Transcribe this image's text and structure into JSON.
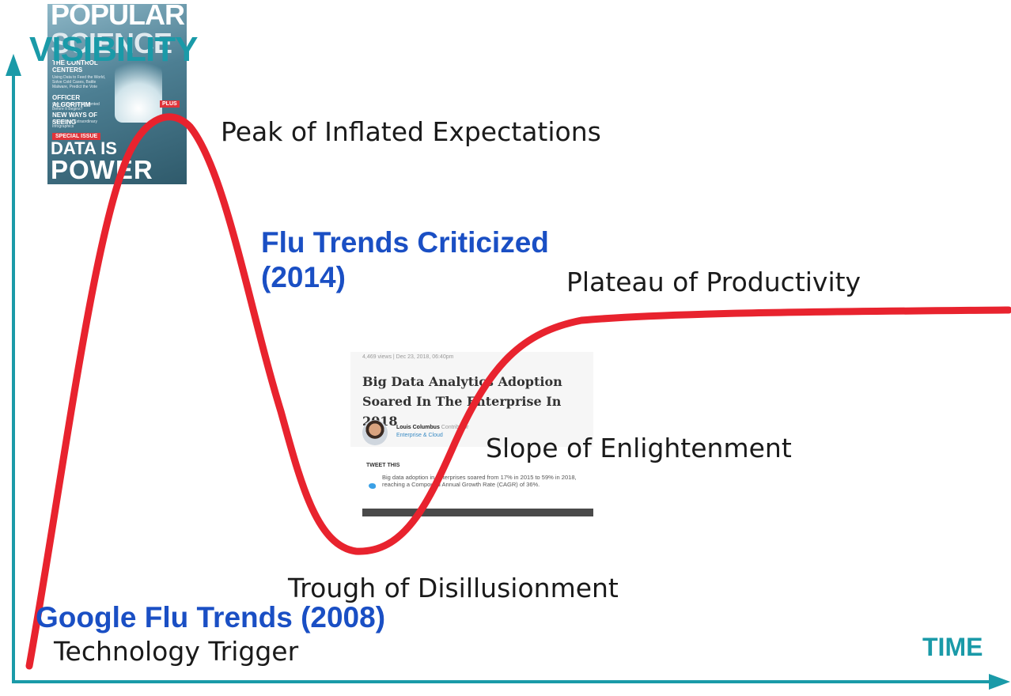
{
  "axes": {
    "y_label": "VISIBILITY",
    "x_label": "TIME",
    "axis_color": "#1a9aa8"
  },
  "curve": {
    "color": "#e8232e",
    "type": "hype-cycle"
  },
  "stages": {
    "peak": "Peak of Inflated Expectations",
    "plateau": "Plateau of Productivity",
    "slope": "Slope of Enlightenment",
    "trough": "Trough of Disillusionment",
    "trigger": "Technology Trigger"
  },
  "events": {
    "flu_criticized_line1": "Flu Trends Criticized",
    "flu_criticized_line2": "(2014)",
    "google_flu": "Google Flu Trends (2008)",
    "color": "#1a4fc4"
  },
  "magazine": {
    "title_line1": "POPULAR",
    "title_line2": "SCIENCE",
    "headline1": "THE CONTROL CENTERS",
    "headline1_sub": "Using Data to Feed the World, Solve Cold Cases, Battle Malware, Predict the Vote",
    "headline2": "OFFICER ALGORITHM",
    "headline2_sub": "Can a Crime Be Prevented Before It Begins?",
    "headline3": "NEW WAYS OF SEEING",
    "headline3_sub": "A Gallery of Extraordinary Infographics",
    "plus": "PLUS",
    "special_issue": "SPECIAL ISSUE",
    "cover_line1": "DATA IS",
    "cover_line2": "POWER"
  },
  "article": {
    "meta": "4,469 views | Dec 23, 2018, 06:40pm",
    "headline": "Big Data Analytics Adoption Soared In The Enterprise In 2018",
    "author": "Louis Columbus",
    "author_role": "Contributor",
    "section": "Enterprise & Cloud",
    "tweet_label": "TWEET THIS",
    "tweet_text": "Big data adoption in enterprises soared from 17% in 2015 to 59% in 2018, reaching a Compound Annual Growth Rate (CAGR) of 36%."
  }
}
